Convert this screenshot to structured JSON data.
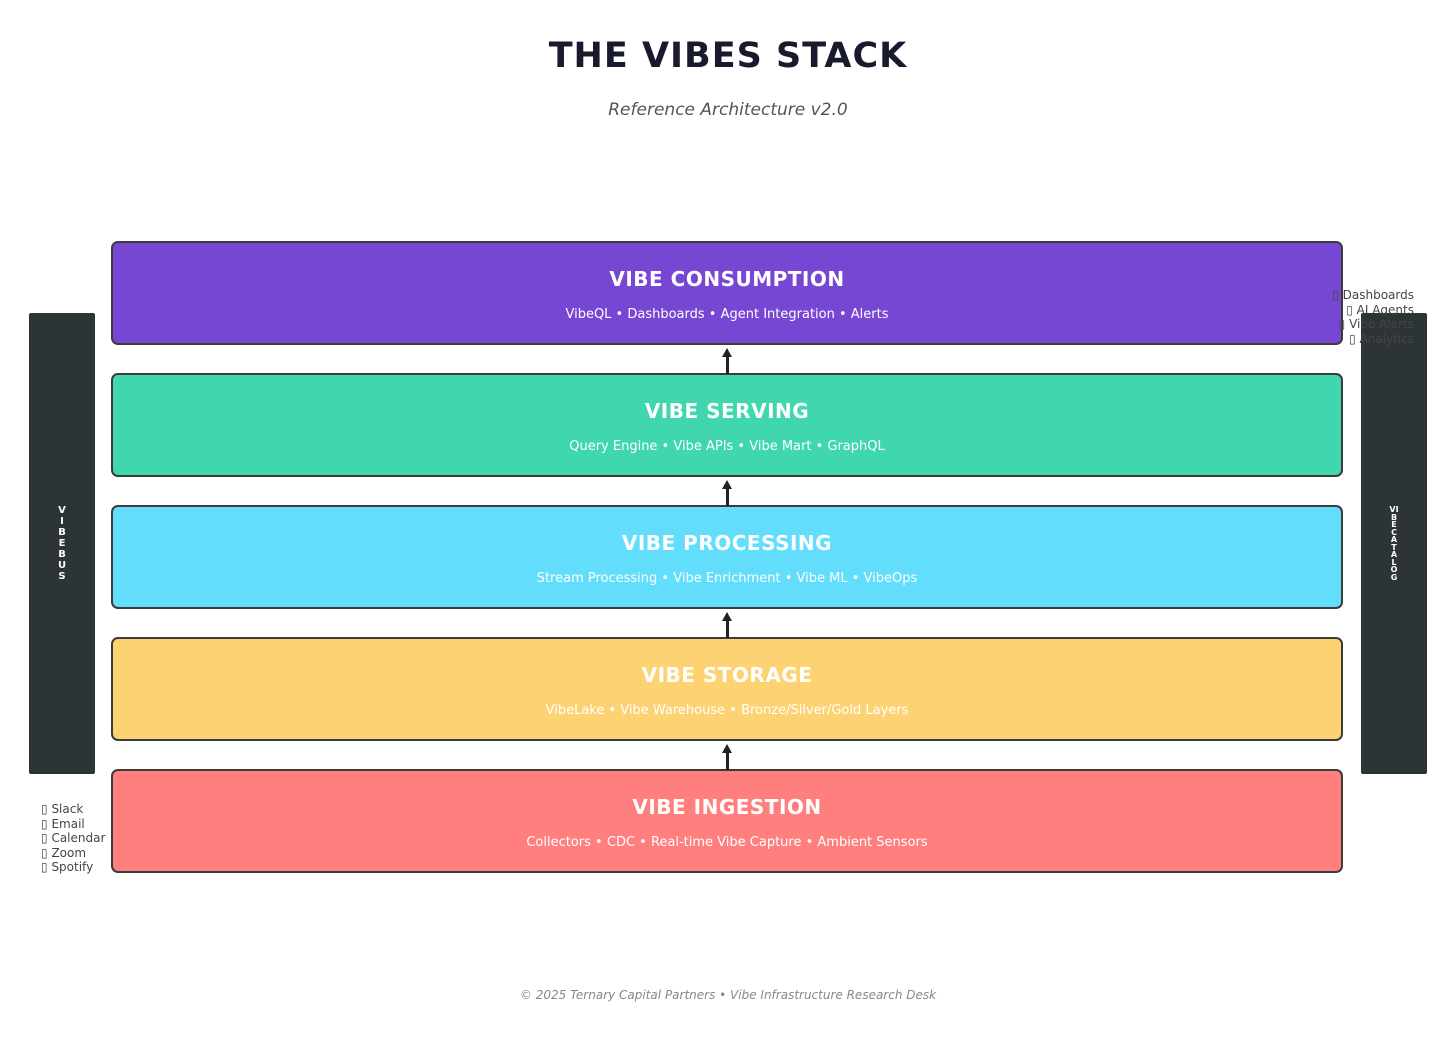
{
  "title": "THE VIBES STACK",
  "subtitle": "Reference Architecture v2.0",
  "layers": [
    {
      "title": "VIBE CONSUMPTION",
      "subtitle": "VibeQL • Dashboards • Agent Integration • Alerts",
      "color": "#7747d3"
    },
    {
      "title": "VIBE SERVING",
      "subtitle": "Query Engine • Vibe APIs • Vibe Mart • GraphQL",
      "color": "#40d6ae"
    },
    {
      "title": "VIBE PROCESSING",
      "subtitle": "Stream Processing • Vibe Enrichment • Vibe ML • VibeOps",
      "color": "#62ddfb"
    },
    {
      "title": "VIBE STORAGE",
      "subtitle": "VibeLake • Vibe Warehouse • Bronze/Silver/Gold Layers",
      "color": "#fdd272"
    },
    {
      "title": "VIBE INGESTION",
      "subtitle": "Collectors • CDC • Real-time Vibe Capture • Ambient Sensors",
      "color": "#ff7f7f"
    }
  ],
  "sidebars": {
    "left_label": "VIBE BUS",
    "right_label": "VIBE CATALOG",
    "color": "#2d3436"
  },
  "sources": [
    "Slack",
    "Email",
    "Calendar",
    "Zoom",
    "Spotify"
  ],
  "outputs": [
    "Dashboards",
    "AI Agents",
    "Vibe Alerts",
    "Analytics"
  ],
  "footer": "© 2025 Ternary Capital Partners • Vibe Infrastructure Research Desk"
}
